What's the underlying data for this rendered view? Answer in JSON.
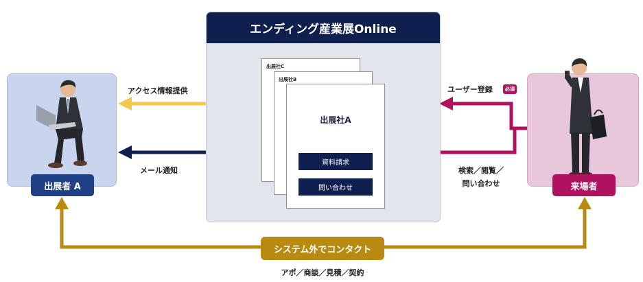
{
  "platform": {
    "title": "エンディング産業展Online"
  },
  "exhibitor": {
    "label": "出展者 A"
  },
  "visitor": {
    "label": "来場者"
  },
  "cards": {
    "c_label": "出展社C",
    "b_label": "出展社B",
    "a_title": "出展社A",
    "request_button": "資料請求",
    "inquiry_button": "問い合わせ"
  },
  "flows": {
    "info_provision": "アクセス情報提供",
    "mail_notice": "メール通知",
    "user_registration": "ユーザー登録",
    "required_badge": "必須",
    "search_line1": "検索／閲覧／",
    "search_line2": "問い合わせ"
  },
  "contact": {
    "pill": "システム外でコンタクト",
    "caption": "アポ／商談／見積／契約"
  },
  "colors": {
    "navy": "#0f1f4f",
    "yellow": "#f2c94c",
    "magenta": "#b0125f",
    "gold": "#b88a12",
    "exhibitor_blue": "#1f3f86"
  }
}
